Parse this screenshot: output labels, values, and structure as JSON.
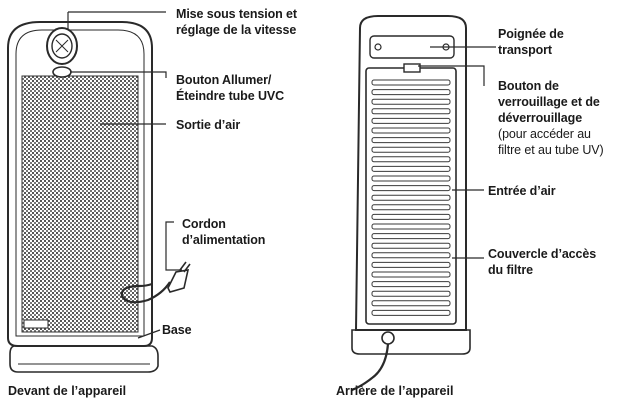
{
  "front": {
    "labels": {
      "power_speed": [
        "Mise sous tension et",
        "réglage de la vitesse"
      ],
      "uvc_button": [
        "Bouton Allumer/",
        "Éteindre tube UVC"
      ],
      "air_outlet": [
        "Sortie d’air"
      ],
      "power_cord": [
        "Cordon",
        "d’alimentation"
      ],
      "base": [
        "Base"
      ]
    },
    "caption": "Devant de l’appareil"
  },
  "back": {
    "labels": {
      "handle": [
        "Poignée de",
        "transport"
      ],
      "lock_button": [
        "Bouton de",
        "verrouillage et de",
        "déverrouillage"
      ],
      "lock_button_note": [
        "(pour accéder au",
        "filtre et au tube UV)"
      ],
      "air_inlet": [
        "Entrée d’air"
      ],
      "filter_cover": [
        "Couvercle d’accès",
        "du filtre"
      ]
    },
    "caption": "Arrière de l’appareil"
  },
  "colors": {
    "line": "#2a2a2a",
    "fill": "#ffffff",
    "grille": "#3a3a3a"
  }
}
